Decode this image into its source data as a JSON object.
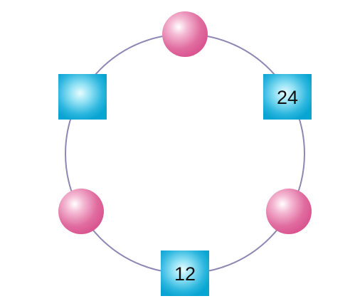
{
  "diagram": {
    "ring_color": "#8e86b4",
    "ball_color": "#e0609a",
    "ball_highlight": "#ffffff",
    "box_color": "#10a9d6",
    "box_highlight": "#e6fbff",
    "nodes": [
      {
        "shape": "ball",
        "label": ""
      },
      {
        "shape": "box",
        "label": "24"
      },
      {
        "shape": "ball",
        "label": ""
      },
      {
        "shape": "box",
        "label": "12"
      },
      {
        "shape": "ball",
        "label": ""
      },
      {
        "shape": "box",
        "label": ""
      }
    ]
  }
}
